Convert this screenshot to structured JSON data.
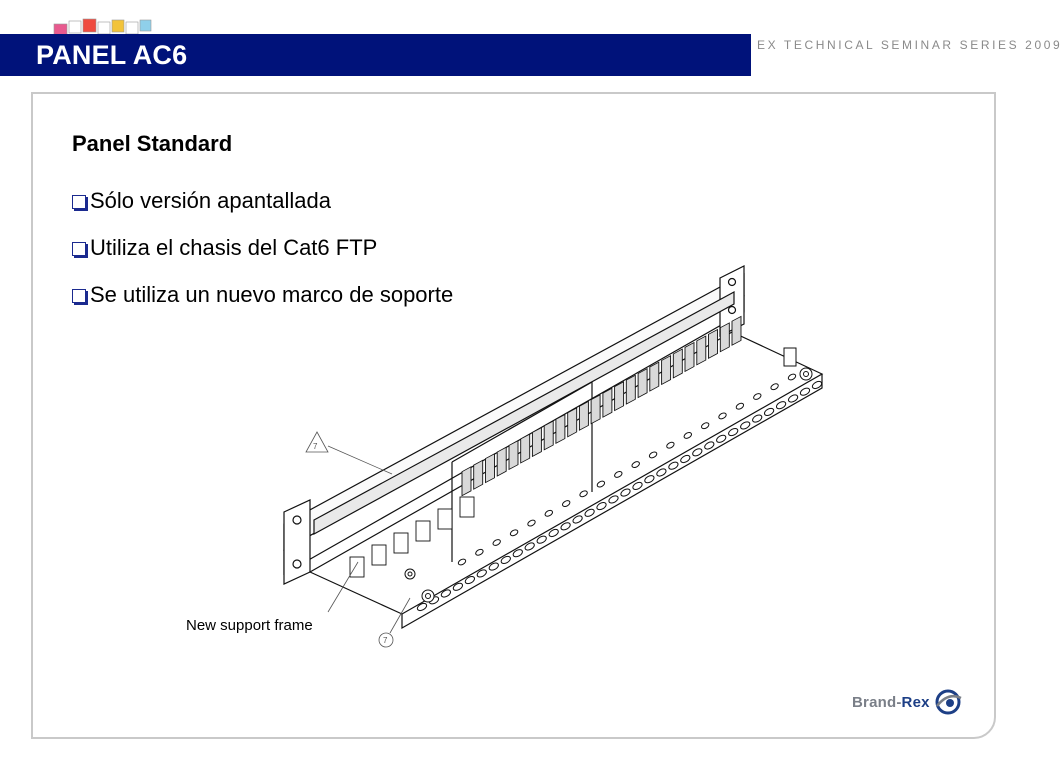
{
  "header": {
    "title": "PANEL AC6",
    "series": "EX TECHNICAL SEMINAR SERIES 2009"
  },
  "content": {
    "heading": "Panel Standard",
    "bullets": [
      "Sólo versión apantallada",
      "Utiliza el chasis del Cat6 FTP",
      "Se utiliza un nuevo marco de soporte"
    ]
  },
  "drawing": {
    "caption": "New support frame",
    "callout_top": "7",
    "callout_bottom": "7"
  },
  "brand": {
    "name_part1": "Brand-",
    "name_part2": "Rex"
  },
  "colors": {
    "title_bar": "#00127a",
    "series_text": "#8a8a8a",
    "bullet_box": "#1b2a8f"
  }
}
